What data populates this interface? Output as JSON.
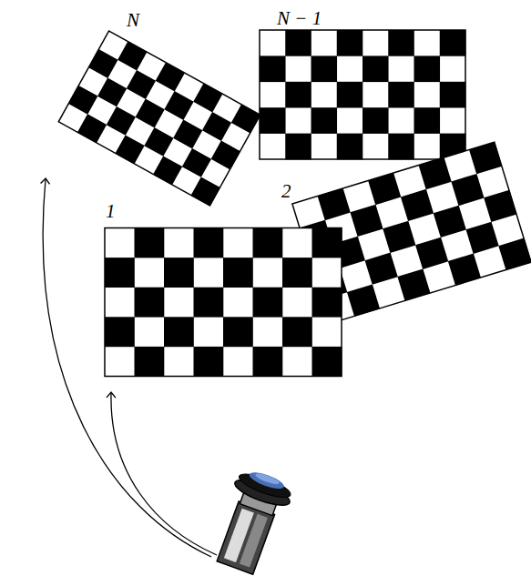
{
  "diagram": {
    "labels": [
      "N",
      "N − 1",
      "1",
      "2"
    ]
  }
}
